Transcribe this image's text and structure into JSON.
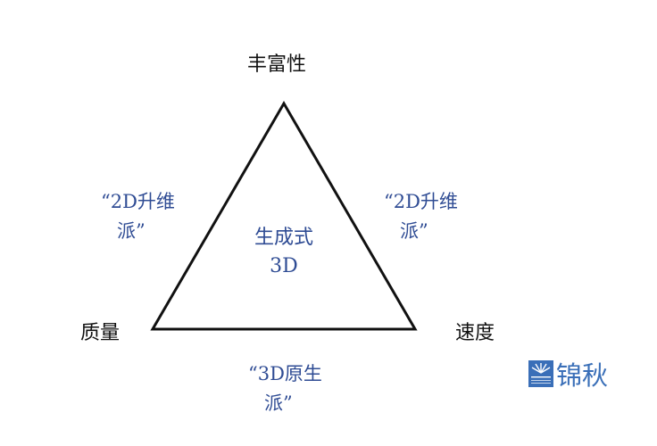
{
  "vertices": {
    "top": "丰富性",
    "left": "质量",
    "right": "速度"
  },
  "center": {
    "line1": "生成式",
    "line2": "3D"
  },
  "edges": {
    "left": {
      "line1": "“2D升维",
      "line2": "派”"
    },
    "right": {
      "line1": "“2D升维",
      "line2": "派”"
    },
    "bottom": {
      "line1": "“3D原生",
      "line2": "派”"
    }
  },
  "logo": {
    "text": "锦秋"
  },
  "colors": {
    "accent": "#2f4c94",
    "logo": "#3a6fb8",
    "text": "#111111"
  }
}
